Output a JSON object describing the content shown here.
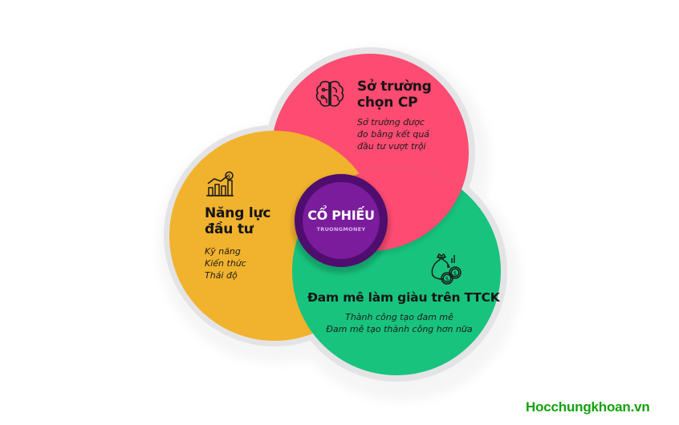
{
  "diagram": {
    "type": "venn-3-circles",
    "center": {
      "title": "CỔ PHIẾU",
      "subtitle": "TRUONGMONEY",
      "color": "#7a1c9c",
      "ring_color": "#4f0d6e"
    },
    "circles": [
      {
        "id": "pink",
        "title_line1": "Sở trường",
        "title_line2": "chọn CP",
        "desc_lines": [
          "Sở trường được",
          "đo bằng kết quả",
          "đầu tư vượt trội"
        ],
        "icon": "brain-icon",
        "color": "#fd4b72"
      },
      {
        "id": "yellow",
        "title_line1": "Năng lực",
        "title_line2": "đầu tư",
        "desc_lines": [
          "Kỹ năng",
          "Kiến thức",
          "Thái độ"
        ],
        "icon": "growth-chart-icon",
        "color": "#f1b22d"
      },
      {
        "id": "green",
        "title_line1": "Đam mê làm giàu trên TTCK",
        "desc_lines": [
          "Thành công tạo đam mê",
          "Đam mê tạo thành công hơn nữa"
        ],
        "icon": "money-bag-icon",
        "color": "#18c37e"
      }
    ]
  },
  "watermark": "Hocchungkhoan.vn"
}
